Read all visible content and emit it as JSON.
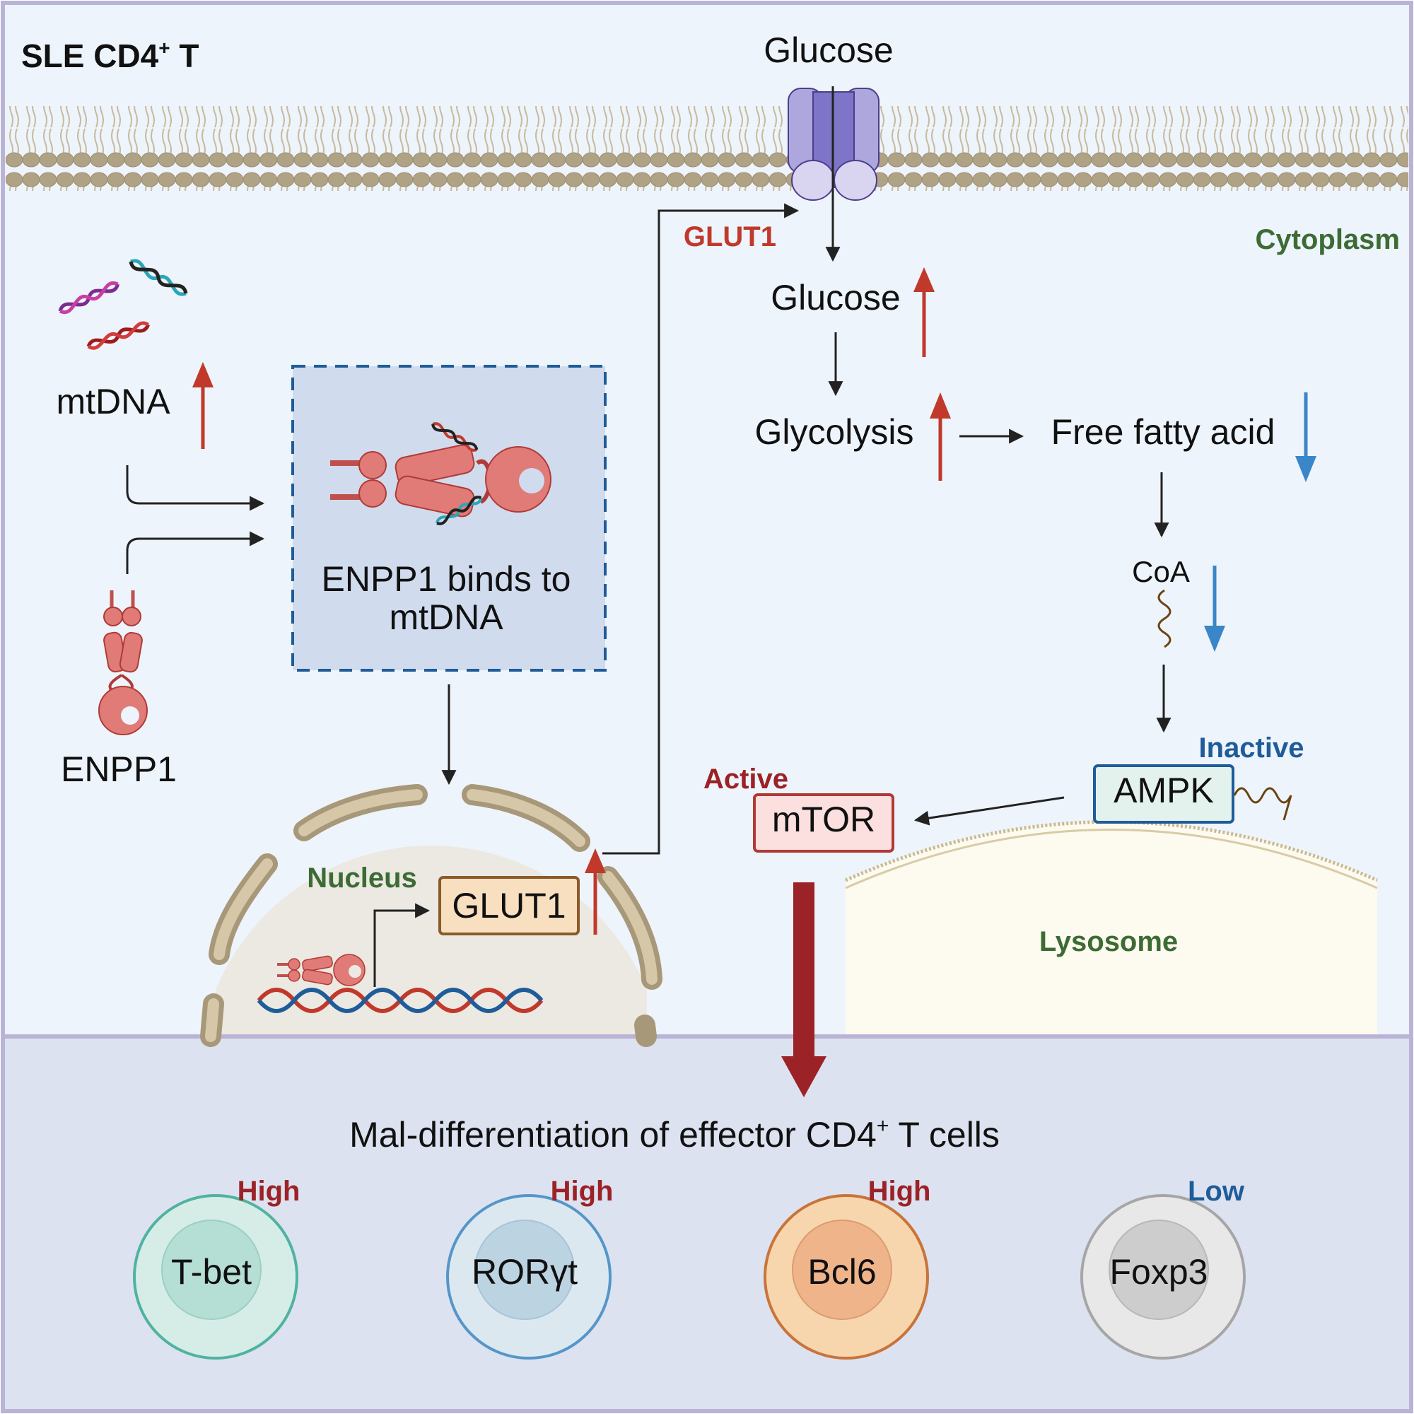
{
  "title": {
    "main": "SLE CD4",
    "sup": "+",
    "tail": " T"
  },
  "colors": {
    "red": "#c0392b",
    "dark_red": "#9b2226",
    "blue": "#3a86c8",
    "dark_blue": "#1f5c99",
    "green": "#3d6b35",
    "membrane": "#b0a285"
  },
  "membrane": {
    "glucose_outside": "Glucose",
    "transporter_label": "GLUT1"
  },
  "compartments": {
    "cytoplasm": "Cytoplasm",
    "nucleus": "Nucleus",
    "lysosome": "Lysosome"
  },
  "left_panel": {
    "mtdna_label": "mtDNA",
    "enpp1_label": "ENPP1",
    "binding_box_line1": "ENPP1 binds to",
    "binding_box_line2": "mtDNA",
    "nucleus_gene": "GLUT1"
  },
  "pathway": {
    "glucose_inside": "Glucose",
    "glycolysis": "Glycolysis",
    "free_fatty_acid": "Free fatty acid",
    "coa": "CoA",
    "ampk": "AMPK",
    "ampk_state": "Inactive",
    "mtor": "mTOR",
    "mtor_state": "Active"
  },
  "bottom": {
    "heading_main": "Mal-differentiation of effector CD4",
    "heading_sup": "+",
    "heading_tail": " T cells",
    "cells": [
      {
        "name": "T-bet",
        "level": "High"
      },
      {
        "name": "RORγt",
        "level": "High"
      },
      {
        "name": "Bcl6",
        "level": "High"
      },
      {
        "name": "Foxp3",
        "level": "Low"
      }
    ]
  }
}
